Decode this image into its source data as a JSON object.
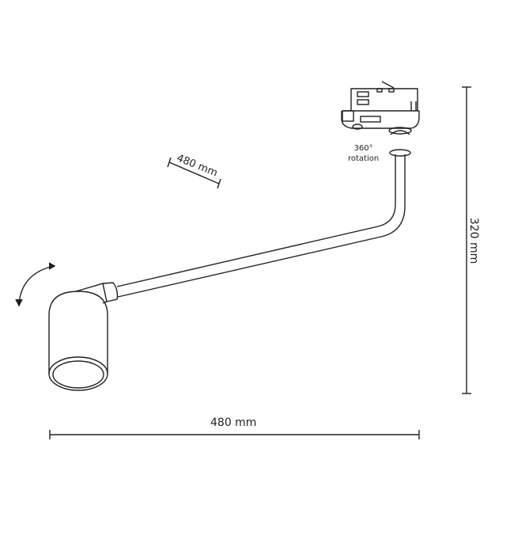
{
  "dimensions": {
    "width_label": "480 mm",
    "height_label": "320 mm",
    "arm_length_label": "480 mm"
  },
  "annotations": {
    "rotation_degrees": "360°",
    "rotation_word": "rotation"
  },
  "colors": {
    "line": "#231f20",
    "background": "#ffffff"
  }
}
